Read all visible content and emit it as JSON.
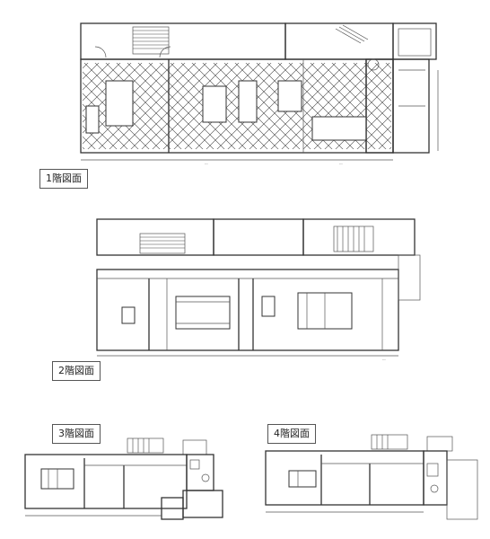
{
  "floors": [
    {
      "id": "floor-1",
      "label": "1階図面"
    },
    {
      "id": "floor-2",
      "label": "2階図面"
    },
    {
      "id": "floor-3",
      "label": "3階図面"
    },
    {
      "id": "floor-4",
      "label": "4階図面"
    }
  ]
}
